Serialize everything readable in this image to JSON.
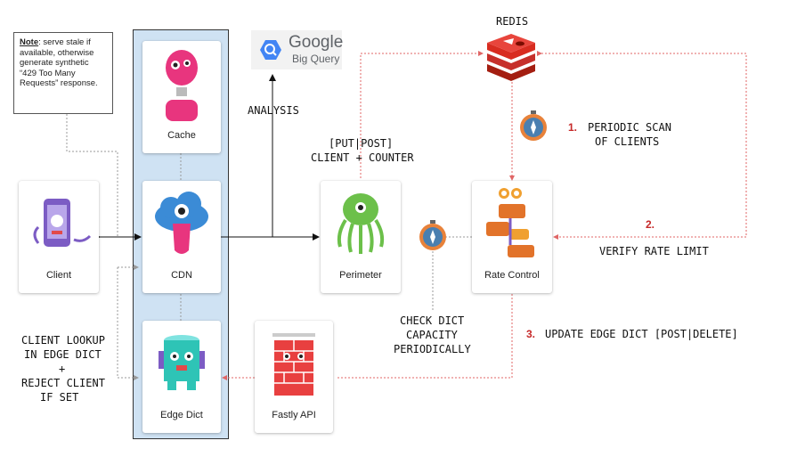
{
  "note": {
    "title": "Note",
    "text": ": serve stale if available, otherwise generate synthetic “429 Too Many Requests” response."
  },
  "nodes": {
    "client": "Client",
    "cache": "Cache",
    "cdn": "CDN",
    "edge_dict": "Edge Dict",
    "perimeter": "Perimeter",
    "rate_control": "Rate Control",
    "fastly_api": "Fastly API",
    "redis": "REDIS"
  },
  "bigquery": {
    "brand": "Google",
    "product": "Big Query"
  },
  "labels": {
    "analysis": "ANALYSIS",
    "put_post": "[PUT|POST]",
    "client_counter": "CLIENT + COUNTER",
    "step1_num": "1.",
    "step1_line1": "PERIODIC SCAN",
    "step1_line2": "OF CLIENTS",
    "step2_num": "2.",
    "step2_text": "VERIFY RATE LIMIT",
    "step3_num": "3.",
    "step3_text": "UPDATE EDGE DICT [POST|DELETE]",
    "check_line1": "CHECK DICT",
    "check_line2": "CAPACITY",
    "check_line3": "PERIODICALLY",
    "lookup_line1": "CLIENT LOOKUP",
    "lookup_line2": "IN EDGE DICT",
    "lookup_line3": "+",
    "lookup_line4": "REJECT CLIENT",
    "lookup_line5": "IF SET"
  },
  "colors": {
    "edge_column": "#cfe2f3",
    "dotted_red": "#e06666",
    "dotted_gray": "#999999",
    "step_red": "#c62828"
  },
  "icons": [
    "phone-icon",
    "cache-monster-icon",
    "cdn-cloud-icon",
    "edge-dict-robot-icon",
    "perimeter-octopus-icon",
    "rate-control-robot-icon",
    "firewall-icon",
    "redis-icon",
    "stopwatch-icon",
    "bigquery-icon"
  ]
}
